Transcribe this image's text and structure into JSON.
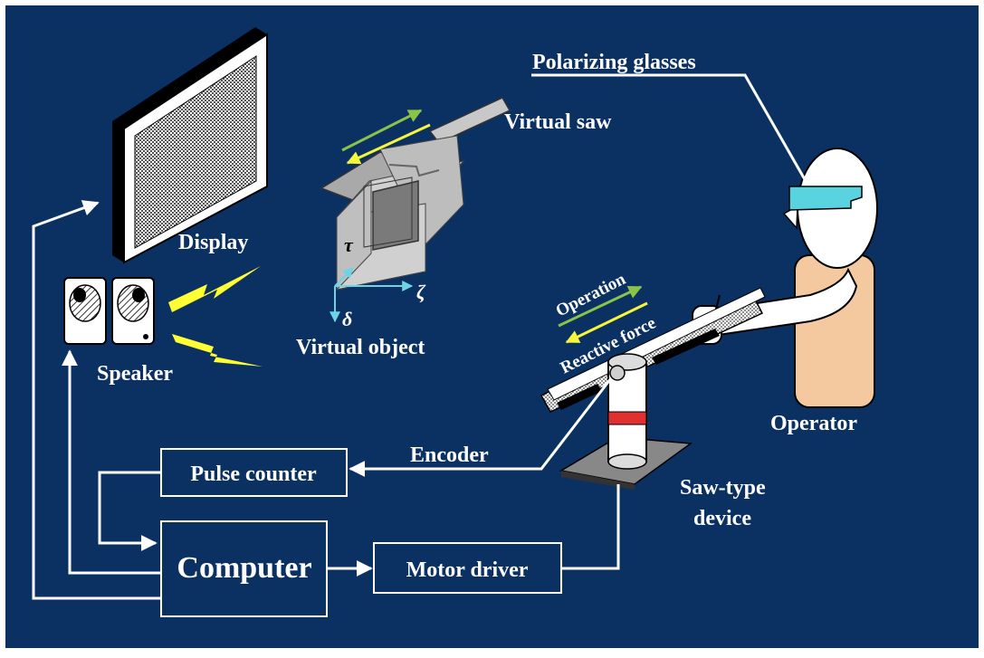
{
  "colors": {
    "background": "#0b3163",
    "line": "#ffffff",
    "arrow_green": "#8bc34a",
    "arrow_yellow": "#f5f53a",
    "glasses": "#5ad3e0",
    "body": "#f5c9a0",
    "axis": "#6fd3e6",
    "lightning": "#ffff33",
    "device_red": "#e03030"
  },
  "labels": {
    "polarizing_glasses": "Polarizing glasses",
    "virtual_saw": "Virtual saw",
    "display": "Display",
    "speaker": "Speaker",
    "virtual_object": "Virtual object",
    "operation": "Operation",
    "reactive_force": "Reactive force",
    "operator": "Operator",
    "encoder": "Encoder",
    "saw_type_line1": "Saw-type",
    "saw_type_line2": "device"
  },
  "axes": {
    "tau": "τ",
    "zeta": "ζ",
    "delta": "δ"
  },
  "boxes": {
    "pulse_counter": "Pulse counter",
    "computer": "Computer",
    "motor_driver": "Motor driver"
  }
}
